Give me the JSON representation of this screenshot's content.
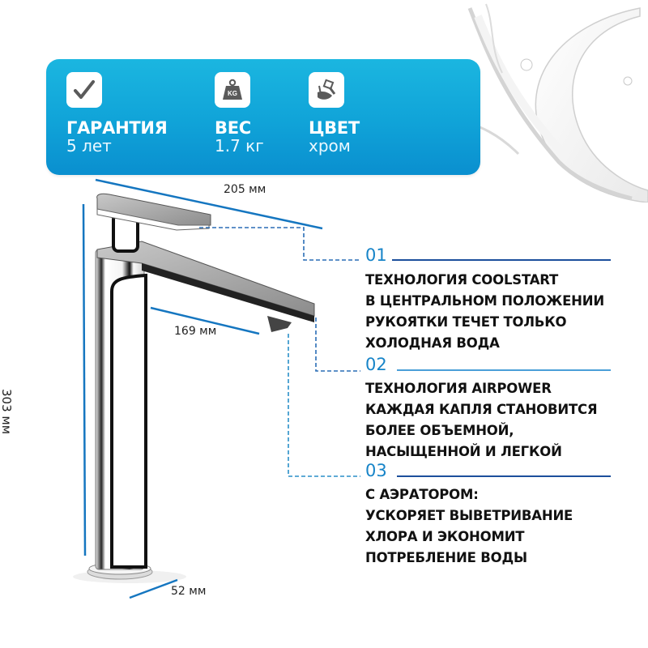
{
  "specs": [
    {
      "icon": "checkmark-icon",
      "label": "ГАРАНТИЯ",
      "value": "5 лет"
    },
    {
      "icon": "weight-kg-icon",
      "label": "ВЕС",
      "value": "1.7 кг"
    },
    {
      "icon": "paint-brush-icon",
      "label": "ЦВЕТ",
      "value": "хром"
    }
  ],
  "dimensions": {
    "width_total": "205 мм",
    "spout_length": "169 мм",
    "height": "303 мм",
    "base_diameter": "52 мм"
  },
  "features": [
    {
      "number": "01",
      "lines": [
        "ТЕХНОЛОГИЯ COOLSTART",
        "В ЦЕНТРАЛЬНОМ ПОЛОЖЕНИИ",
        "РУКОЯТКИ ТЕЧЕТ ТОЛЬКО",
        "ХОЛОДНАЯ ВОДА"
      ]
    },
    {
      "number": "02",
      "lines": [
        "ТЕХНОЛОГИЯ AIRPOWER",
        "КАЖДАЯ КАПЛЯ СТАНОВИТСЯ",
        "БОЛЕЕ ОБЪЕМНОЙ,",
        "НАСЫЩЕННОЙ И ЛЕГКОЙ"
      ]
    },
    {
      "number": "03",
      "lines": [
        "С АЭРАТОРОМ:",
        "УСКОРЯЕТ ВЫВЕТРИВАНИЕ",
        "ХЛОРА И ЭКОНОМИТ",
        "ПОТРЕБЛЕНИЕ ВОДЫ"
      ]
    }
  ],
  "colors": {
    "banner": "#10a3d8",
    "accent_number": "#1784c8",
    "dimension_line": "#1576c0",
    "separator": "#1c4f9c"
  }
}
